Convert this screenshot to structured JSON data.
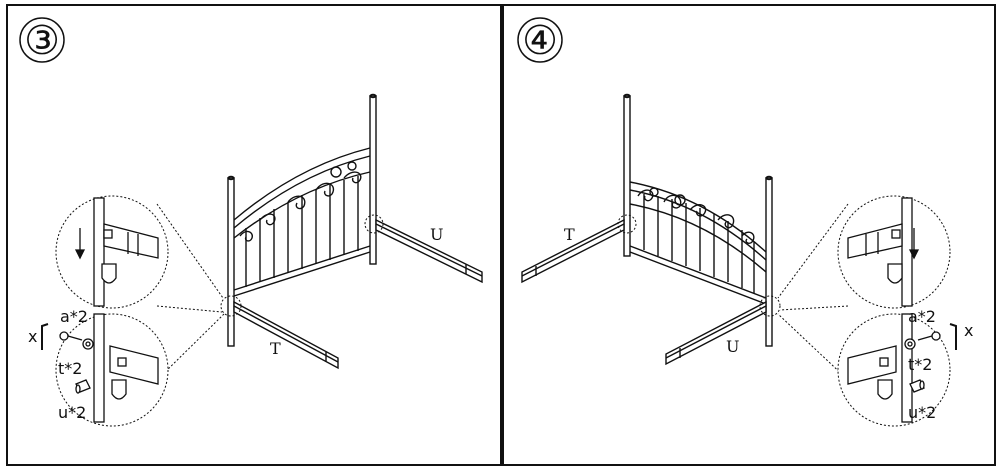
{
  "steps": [
    {
      "number": "③",
      "labels": {
        "rail_front": "T",
        "rail_back": "U",
        "tool": "x",
        "bolt": "a*2",
        "washer": "t*2",
        "nut": "u*2"
      }
    },
    {
      "number": "④",
      "labels": {
        "rail_back": "T",
        "rail_front": "U",
        "tool": "x",
        "bolt": "a*2",
        "washer": "t*2",
        "nut": "u*2"
      }
    }
  ],
  "colors": {
    "line": "#111111",
    "background": "#ffffff"
  },
  "icons": [
    "allen-key-icon",
    "bolt-icon",
    "washer-icon",
    "barrel-nut-icon",
    "arrow-down-icon"
  ]
}
